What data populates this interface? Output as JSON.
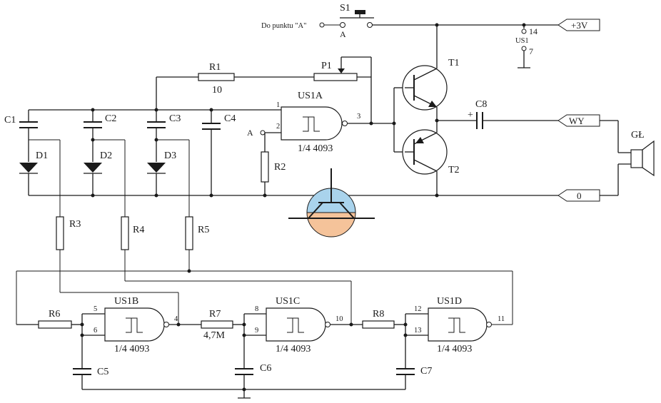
{
  "labels": {
    "s1": "S1",
    "pointA_text": "Do punktu \"A\"",
    "pointA_under": "A",
    "plus3v": "+3V",
    "us1_pin14": "14",
    "us1_name": "US1",
    "us1_pin7": "7",
    "t1": "T1",
    "t2": "T2",
    "c8": "C8",
    "c8_plus": "+",
    "wy": "WY",
    "ground_tag": "0",
    "speaker": "GŁ",
    "r1": "R1",
    "r1_val": "10",
    "p1": "P1",
    "us1a": "US1A",
    "us1a_type": "1/4 4093",
    "us1a_pin1": "1",
    "us1a_pin2": "2",
    "us1a_pin3": "3",
    "a_input": "A",
    "r2": "R2",
    "c1": "C1",
    "c2": "C2",
    "c3": "C3",
    "c4": "C4",
    "d1": "D1",
    "d2": "D2",
    "d3": "D3",
    "r3": "R3",
    "r4": "R4",
    "r5": "R5",
    "r6": "R6",
    "r7": "R7",
    "r7_val": "4,7M",
    "r8": "R8",
    "us1b": "US1B",
    "us1b_type": "1/4 4093",
    "us1b_pin5": "5",
    "us1b_pin6": "6",
    "us1b_pin4": "4",
    "us1c": "US1C",
    "us1c_type": "1/4 4093",
    "us1c_pin8": "8",
    "us1c_pin9": "9",
    "us1c_pin10": "10",
    "us1d": "US1D",
    "us1d_type": "1/4 4093",
    "us1d_pin12": "12",
    "us1d_pin13": "13",
    "us1d_pin11": "11",
    "c5": "C5",
    "c6": "C6",
    "c7": "C7"
  },
  "logo": {
    "icon": "transistor-logo-icon",
    "top_color": "#a9d3ec",
    "bottom_color": "#f5c39a"
  }
}
